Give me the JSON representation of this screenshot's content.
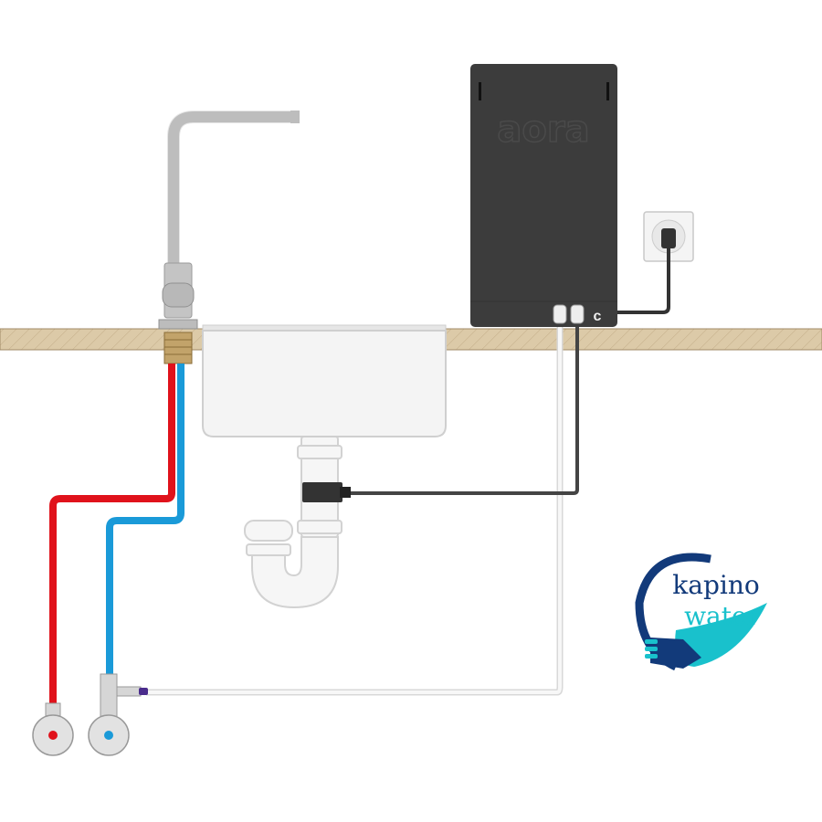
{
  "device": {
    "brand_mark": "aora"
  },
  "logo": {
    "line1": "kapino",
    "line2": "water"
  },
  "colors": {
    "hot": "#e0121b",
    "cold": "#1a9ad8",
    "device": "#3c3c3c",
    "counter": "#d9c7a6",
    "drain_line": "#444444",
    "feed_line": "#f2f2f2",
    "logo_navy": "#123a7a",
    "logo_teal": "#19c1cc"
  }
}
